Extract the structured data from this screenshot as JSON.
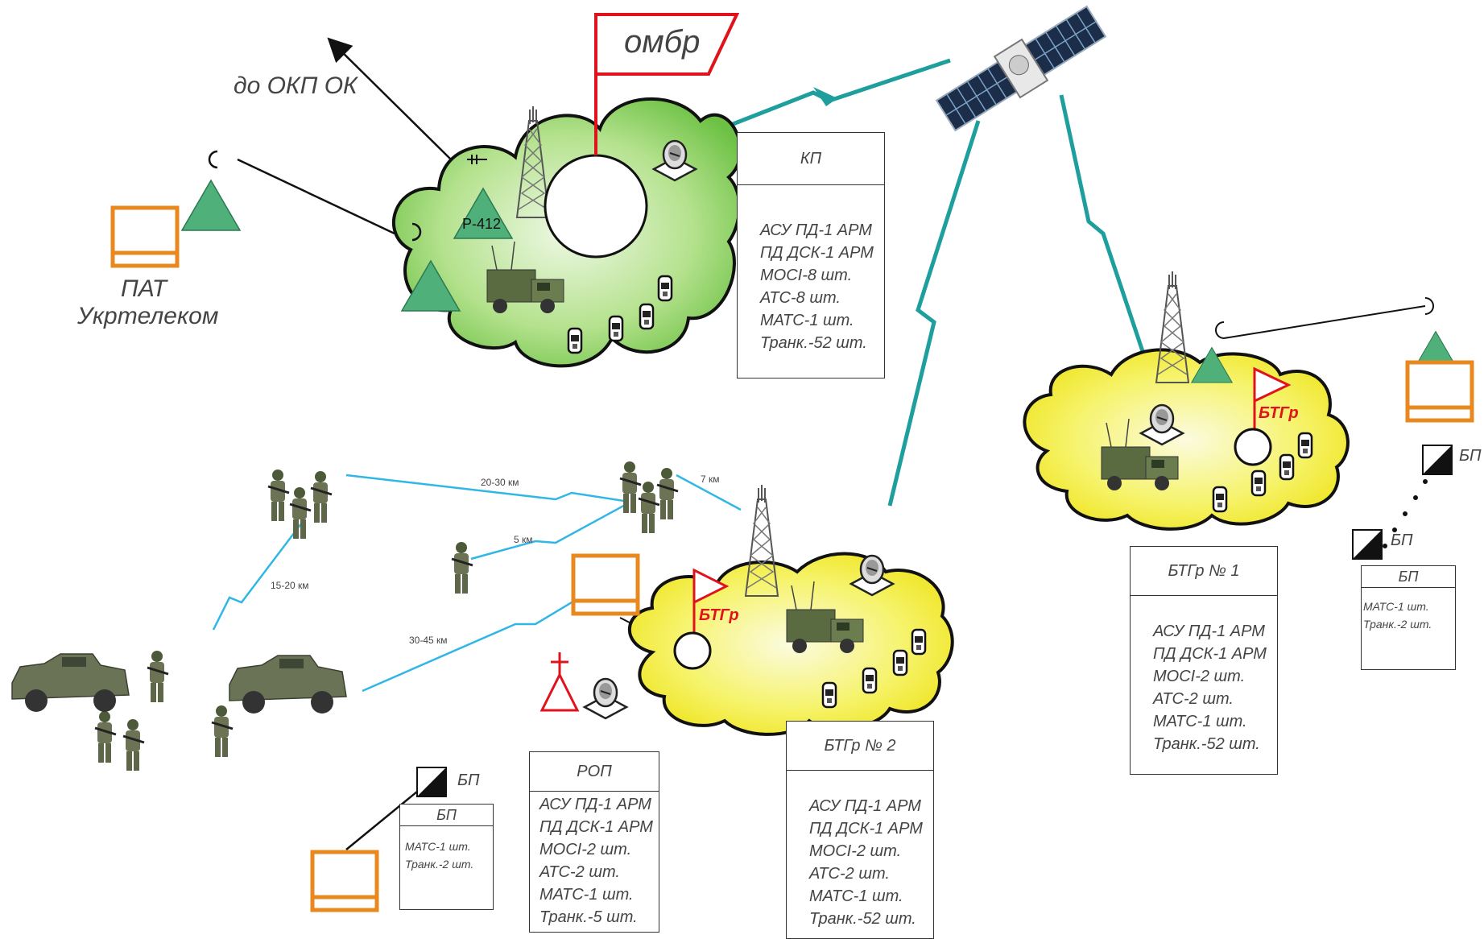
{
  "flag_main": "омбр",
  "arrow_label": "до ОКП ОК",
  "pat_label_line1": "ПАТ",
  "pat_label_line2": "Укртелеком",
  "radio_label": "Р-412",
  "flag_btgr": "БТГр",
  "distances": {
    "d1": "20-30 км",
    "d2": "7 км",
    "d3": "5 км",
    "d4": "15-20 км",
    "d5": "30-45 км"
  },
  "bp_label": "БП",
  "boxes": {
    "kp": {
      "title": "КП",
      "items": [
        "АСУ ПД-1 АРМ",
        "ПД ДСК-1 АРМ",
        "MOCI-8 шт.",
        "АТС-8 шт.",
        "МАТС-1 шт.",
        "Транк.-52 шт."
      ]
    },
    "btgr1": {
      "title": "БТГр № 1",
      "items": [
        "АСУ ПД-1 АРМ",
        "ПД ДСК-1 АРМ",
        "MOCI-2 шт.",
        "АТС-2 шт.",
        "МАТС-1 шт.",
        "Транк.-52 шт."
      ]
    },
    "btgr2": {
      "title": "БТГр № 2",
      "items": [
        "АСУ ПД-1 АРМ",
        "ПД ДСК-1 АРМ",
        "MOCI-2 шт.",
        "АТС-2 шт.",
        "МАТС-1 шт.",
        "Транк.-52 шт."
      ]
    },
    "rop": {
      "title": "РОП",
      "items": [
        "АСУ ПД-1 АРМ",
        "ПД ДСК-1 АРМ",
        "MOCI-2 шт.",
        "АТС-2 шт.",
        "МАТС-1 шт.",
        "Транк.-5 шт."
      ]
    },
    "bp_right": {
      "title": "БП",
      "items": [
        "МАТС-1 шт.",
        "Транк.-2 шт."
      ]
    },
    "bp_left": {
      "title": "БП",
      "items": [
        "МАТС-1 шт.",
        "Транк.-2 шт."
      ]
    }
  },
  "colors": {
    "green_cloud": "#8fd06a",
    "yellow_cloud": "#f2ee1e",
    "teal_link": "#1f9e9e",
    "blue_link": "#31b6e6",
    "orange_terminal": "#e8891f",
    "antenna_green": "#4fb07a",
    "flag_red": "#e0121b"
  }
}
